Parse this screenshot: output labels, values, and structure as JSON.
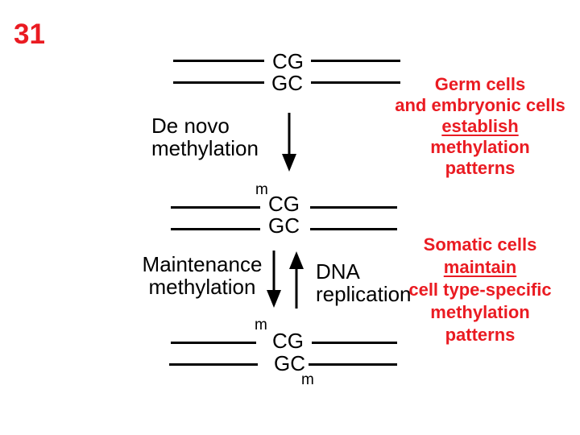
{
  "slide_number": "31",
  "colors": {
    "red": "#EA1B22",
    "ink": "#000000",
    "bg": "#FFFFFF"
  },
  "diagram": {
    "top_duplex": {
      "strand1": "CG",
      "strand2": "GC"
    },
    "de_novo_label": {
      "line1": "De novo",
      "line2": "methylation"
    },
    "middle_duplex": {
      "methyl_top": "m",
      "strand1": "CG",
      "strand2": "GC"
    },
    "maintenance_label": {
      "line1": "Maintenance",
      "line2": "methylation"
    },
    "replication_label": {
      "line1": "DNA",
      "line2": "replication"
    },
    "bottom_duplex": {
      "methyl_top": "m",
      "strand1": "CG",
      "strand2": "GC",
      "methyl_bottom": "m"
    }
  },
  "annotations": {
    "germ_cells": {
      "lines": [
        "Germ cells",
        "and embryonic cells",
        "establish",
        "methylation",
        "patterns"
      ],
      "underlined_word": "establish"
    },
    "somatic_cells": {
      "lines": [
        "Somatic cells",
        "maintain",
        "cell type-specific",
        "methylation",
        "patterns"
      ],
      "underlined_word": "maintain"
    }
  }
}
